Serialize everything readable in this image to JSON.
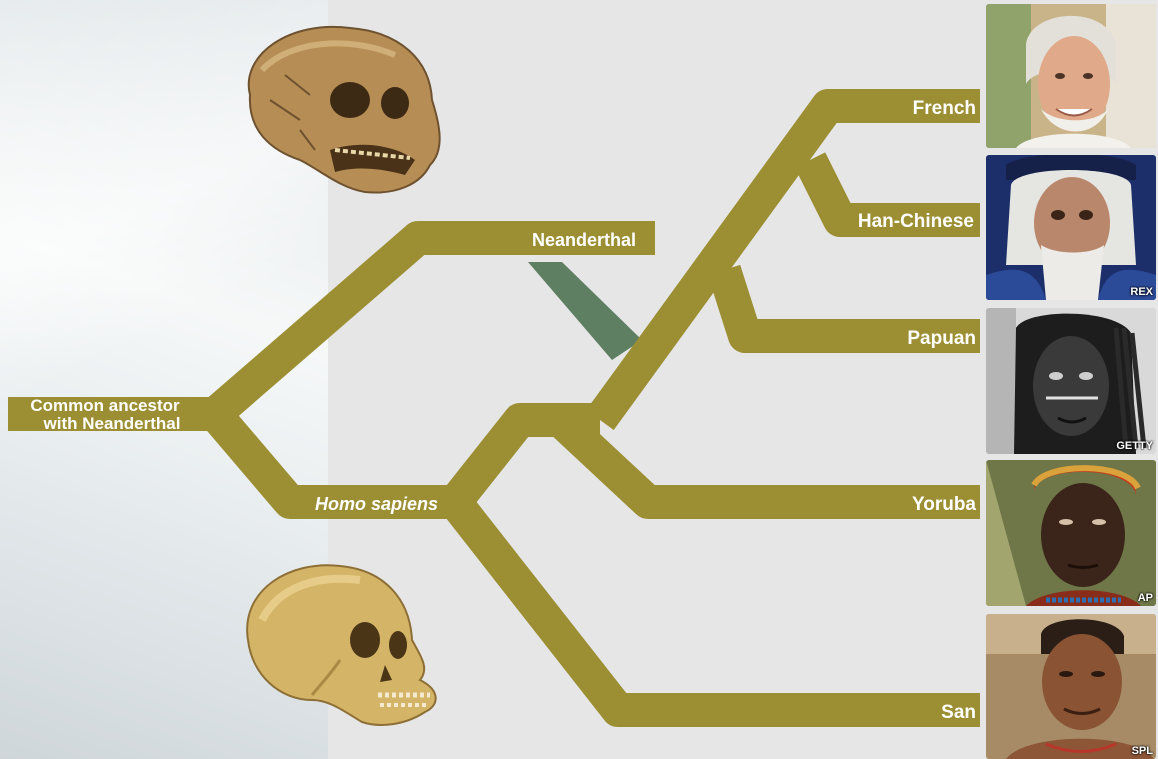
{
  "tree": {
    "root_line1": "Common ancestor",
    "root_line2": "with Neanderthal",
    "neanderthal": "Neanderthal",
    "homo_sapiens": "Homo sapiens",
    "leaves": [
      "French",
      "Han-Chinese",
      "Papuan",
      "Yoruba",
      "San"
    ]
  },
  "photos": [
    {
      "name": "french-portrait",
      "credit": ""
    },
    {
      "name": "han-chinese-portrait",
      "credit": "REX"
    },
    {
      "name": "papuan-portrait",
      "credit": "GETTY"
    },
    {
      "name": "yoruba-portrait",
      "credit": "AP"
    },
    {
      "name": "san-portrait",
      "credit": "SPL"
    }
  ],
  "colors": {
    "branch": "#9c8f33",
    "gene_flow": "#5f7f62",
    "background": "#e6e6e6",
    "label": "#ffffff"
  }
}
